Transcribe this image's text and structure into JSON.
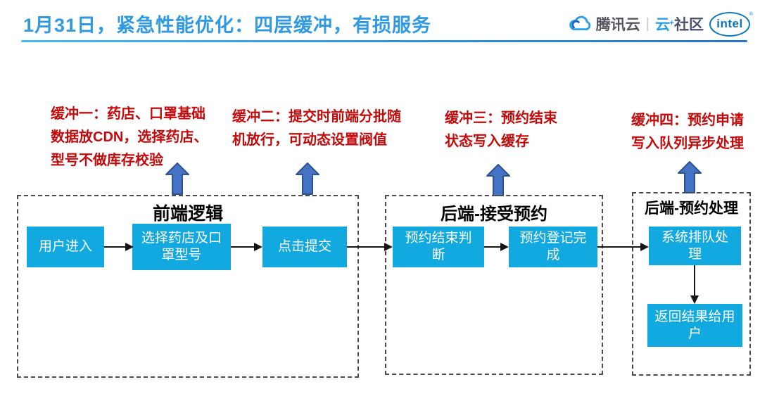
{
  "header": {
    "title": "1月31日，紧急性能优化：四层缓冲，有损服务",
    "logos": {
      "tencent_cloud": "腾讯云",
      "divider": "|",
      "cloud_plus": "云",
      "plus": "+",
      "community": "社区",
      "intel": "intel",
      "registered": "®"
    }
  },
  "buffers": [
    {
      "lines": [
        "缓冲一：药店、口罩基础",
        "数据放CDN，选择药店、",
        "型号不做库存校验"
      ]
    },
    {
      "lines": [
        "缓冲二：提交时前端分批随",
        "机放行，可动态设置阀值"
      ]
    },
    {
      "lines": [
        "缓冲三：预约结束",
        "状态写入缓存"
      ]
    },
    {
      "lines": [
        "缓冲四：预约申请",
        "写入队列异步处理"
      ]
    }
  ],
  "groups": [
    {
      "title": "前端逻辑",
      "nodes": [
        "用户进入",
        "选择药店及口罩型号",
        "点击提交"
      ]
    },
    {
      "title": "后端-接受预约",
      "nodes": [
        "预约结束判断",
        "预约登记完成"
      ]
    },
    {
      "title": "后端-预约处理",
      "nodes": [
        "系统排队处理",
        "返回结果给用户"
      ]
    }
  ],
  "colors": {
    "title_blue": "#2f9ae3",
    "annotation_red": "#c40a0a",
    "node_cyan": "#12a9e1",
    "block_arrow_fill": "#4472c4",
    "block_arrow_stroke": "#2f528f",
    "intel_blue": "#0a77c2",
    "tencent_blue": "#2b9fe8"
  }
}
